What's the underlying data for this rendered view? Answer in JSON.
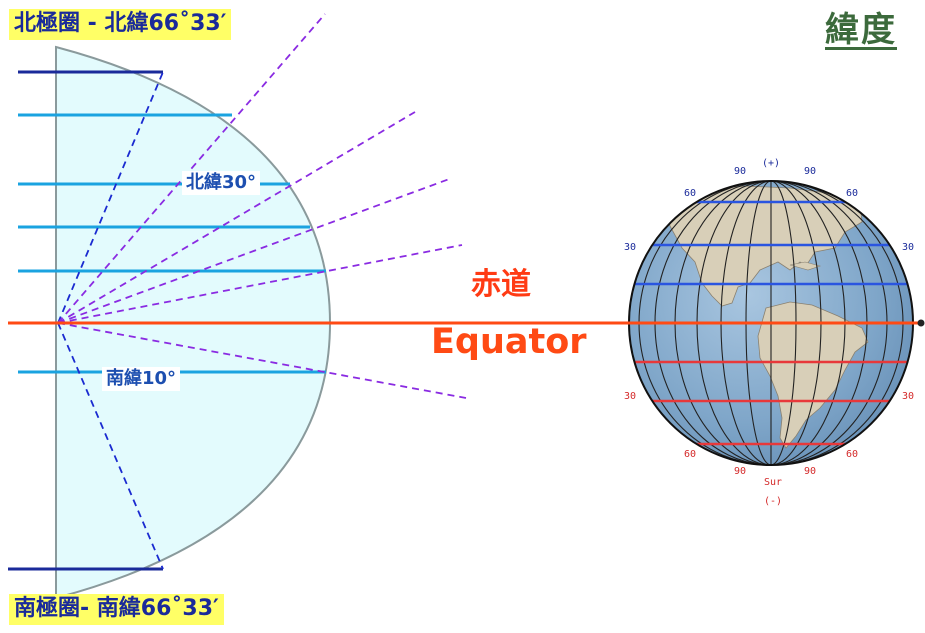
{
  "title": "緯度",
  "labels": {
    "north_polar_circle": "北極圈 - 北緯66˚33′",
    "south_polar_circle": "南極圈- 南緯66˚33′",
    "north_30": "北緯30°",
    "south_10": "南緯10°",
    "equator_zh": "赤道",
    "equator_en": "Equator"
  },
  "globe": {
    "top_sign": "(+)",
    "bottom_word": "Sur",
    "bottom_sign": "(-)",
    "north_marks": [
      "90",
      "90",
      "60",
      "60",
      "30",
      "30"
    ],
    "south_marks": [
      "30",
      "30",
      "60",
      "60",
      "90",
      "90"
    ]
  },
  "colors": {
    "title": "#3c6a3c",
    "equator_line": "#ff4a14",
    "latitude_lines": "#1aa3e0",
    "polar_lines": "#1a2a9a",
    "dashed_lines": "#8a2be2",
    "hemisphere_fill": "#e3fbfd",
    "label_background": "#ffff66",
    "north_parallels": "#2a55e0",
    "south_parallels": "#e8383a"
  }
}
